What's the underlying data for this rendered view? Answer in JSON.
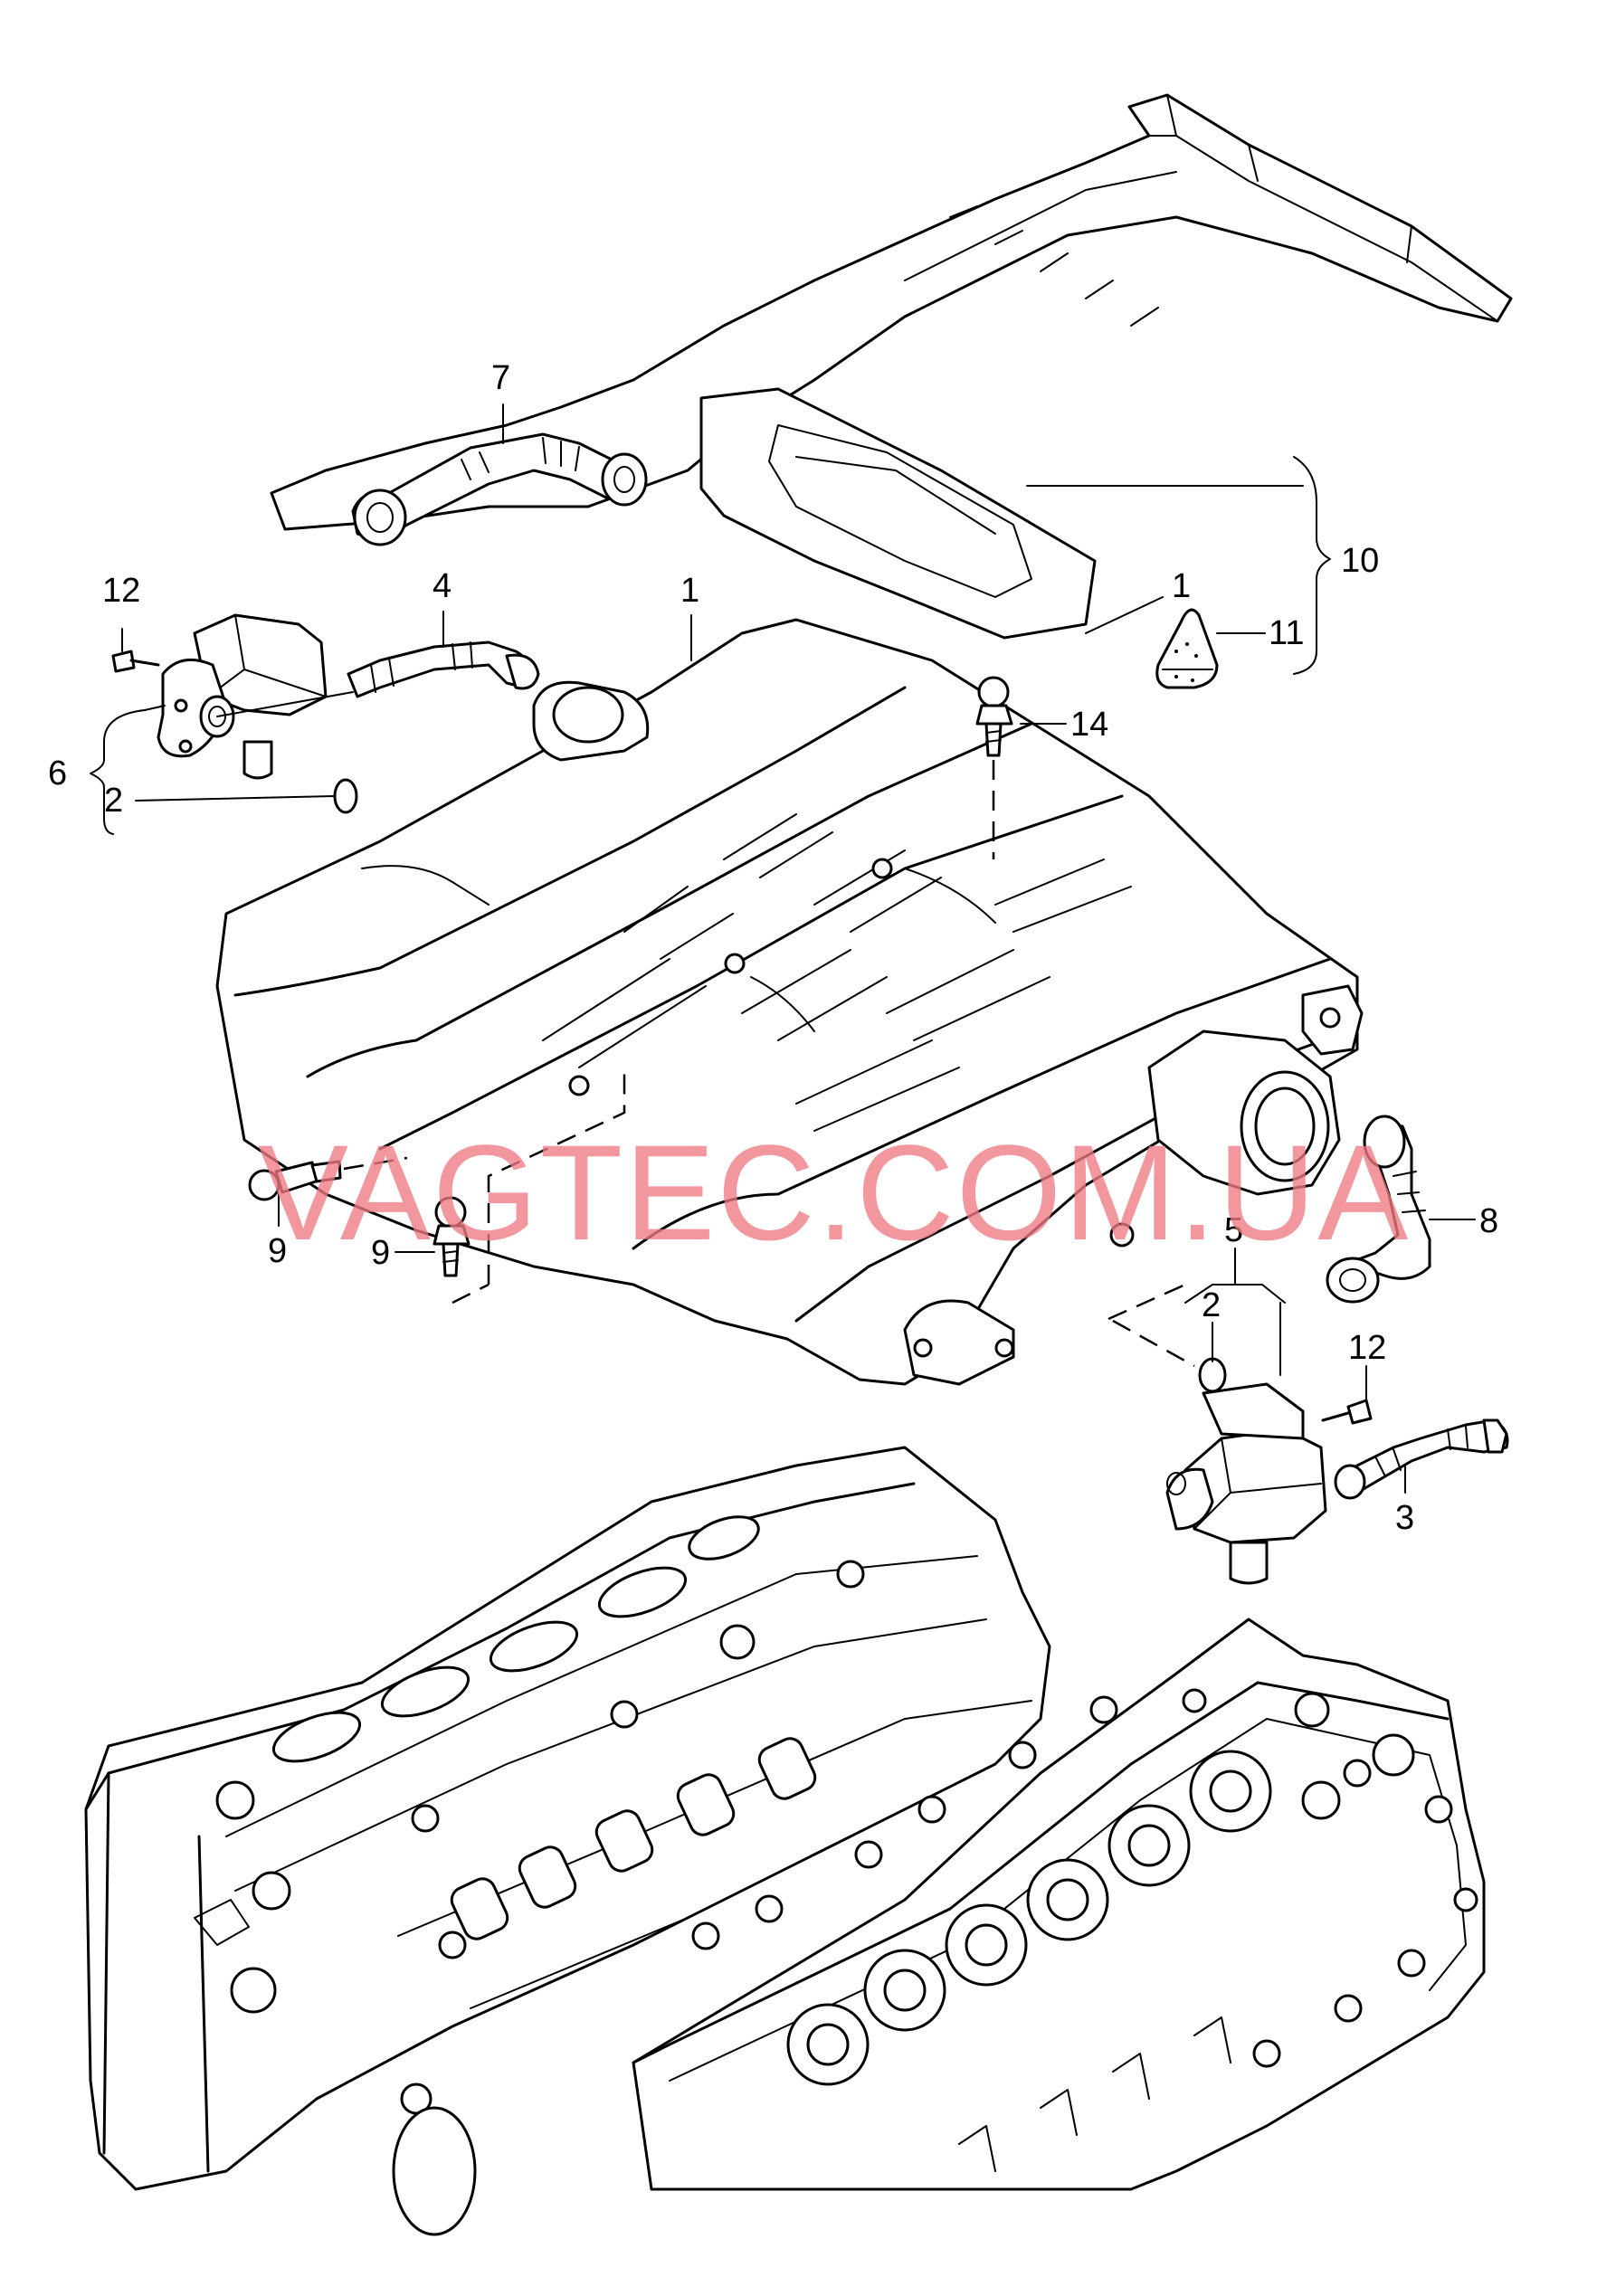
{
  "diagram": {
    "callouts": {
      "c1_manifold": "1",
      "c1_cover": "1",
      "c2_left": "2",
      "c2_right": "2",
      "c3": "3",
      "c4": "4",
      "c5": "5",
      "c6": "6",
      "c7": "7",
      "c8": "8",
      "c9_left": "9",
      "c9_mid": "9",
      "c10": "10",
      "c11": "11",
      "c12_left": "12",
      "c12_right": "12",
      "c14": "14"
    },
    "watermark": "VAGTEC.COM.UA"
  }
}
